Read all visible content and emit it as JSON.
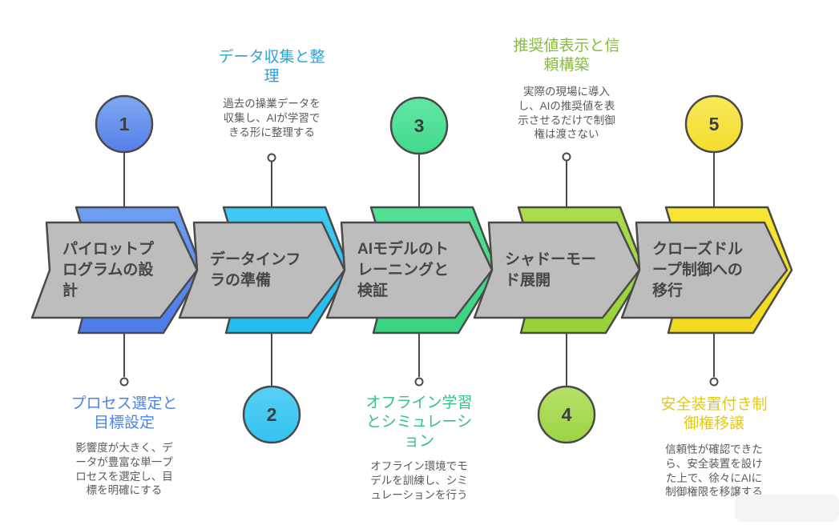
{
  "diagram_title": "",
  "style": {
    "background": "#ffffff",
    "arrow_fill": "#bdbdbd",
    "outline": "#4a4a4a",
    "arrow_label_color": "#464646",
    "description_color": "#5a5a5a",
    "number_color": "#3e3e3e"
  },
  "steps": [
    {
      "number": "1",
      "number_position": "top",
      "arrow_label": "パイロットプ\nログラムの設\n計",
      "circle_colors": {
        "top": "#7fa9f1",
        "bottom": "#557fe9"
      },
      "ribbon_colors": {
        "top": "#6fa0f2",
        "bottom": "#4b7be9"
      },
      "callout": {
        "position": "bottom",
        "title": "プロセス選定と\n目標設定",
        "title_color": "#4a86e8",
        "description": "影響度が大きく、デ\nータが豊富な単一プ\nロセスを選定し、目\n標を明確にする"
      }
    },
    {
      "number": "2",
      "number_position": "bottom",
      "arrow_label": "データインフ\nラの準備",
      "circle_colors": {
        "top": "#58d0f4",
        "bottom": "#33c3f1"
      },
      "ribbon_colors": {
        "top": "#3fcbf4",
        "bottom": "#22bcef"
      },
      "callout": {
        "position": "top",
        "title": "データ収集と整\n理",
        "title_color": "#29a3da",
        "description": "過去の操業データを\n収集し、AIが学習で\nきる形に整理する"
      }
    },
    {
      "number": "3",
      "number_position": "top",
      "arrow_label": "AIモデルのト\nレーニングと\n検証",
      "circle_colors": {
        "top": "#62e7a5",
        "bottom": "#42d98b"
      },
      "ribbon_colors": {
        "top": "#54e095",
        "bottom": "#39d37f"
      },
      "callout": {
        "position": "bottom",
        "title": "オフライン学習\nとシミュレーシ\nョン",
        "title_color": "#35c287",
        "description": "オフライン環境でモ\nデルを訓練し、シミ\nュレーションを行う"
      }
    },
    {
      "number": "4",
      "number_position": "bottom",
      "arrow_label": "シャドーモー\nド展開",
      "circle_colors": {
        "top": "#b6e168",
        "bottom": "#9cd442"
      },
      "ribbon_colors": {
        "top": "#abdc4d",
        "bottom": "#98d236"
      },
      "callout": {
        "position": "top",
        "title": "推奨値表示と信\n頼構築",
        "title_color": "#85bd3b",
        "description": "実際の現場に導入\nし、AIの推奨値を表\n示させるだけで制御\n権は渡さない"
      }
    },
    {
      "number": "5",
      "number_position": "top",
      "arrow_label": "クローズドル\nープ制御への\n移行",
      "circle_colors": {
        "top": "#f8e95c",
        "bottom": "#f3dd2b"
      },
      "ribbon_colors": {
        "top": "#f8e536",
        "bottom": "#f1d91e"
      },
      "callout": {
        "position": "bottom",
        "title": "安全装置付き制\n御権移譲",
        "title_color": "#e2ca16",
        "description": "信頼性が確認できた\nら、安全装置を設け\nた上で、徐々にAIに\n制御権限を移譲する"
      }
    }
  ]
}
